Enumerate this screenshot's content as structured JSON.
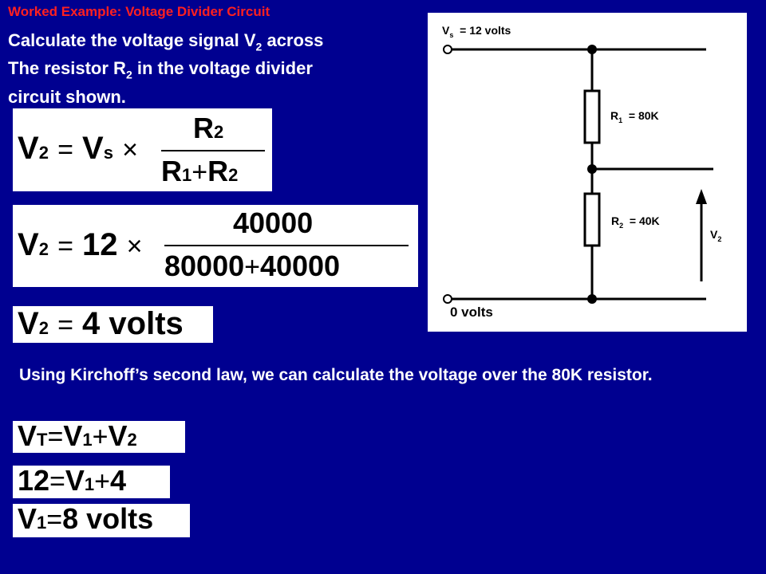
{
  "header": {
    "title": "Worked Example: Voltage Divider Circuit"
  },
  "question": {
    "line1_pre": "Calculate the voltage signal V",
    "line1_sub": "2",
    "line1_post": " across",
    "line2_pre": "The resistor R",
    "line2_sub": "2",
    "line2_post": " in the voltage divider",
    "line3": "circuit shown."
  },
  "formula": {
    "lhs": "V",
    "lhs_sub": "2",
    "eq": "=",
    "vs": "V",
    "vs_sub": "s",
    "times": "×",
    "num": "R",
    "num_sub": "2",
    "den_r1": "R",
    "den_r1_sub": "1",
    "plus": "+",
    "den_r2": "R",
    "den_r2_sub": "2"
  },
  "substitution": {
    "lhs": "V",
    "lhs_sub": "2",
    "eq": "=",
    "value": "12",
    "times": "×",
    "num": "40000",
    "den_a": "80000",
    "plus": "+",
    "den_b": "40000"
  },
  "result": {
    "lhs": "V",
    "lhs_sub": "2",
    "eq": "=",
    "value": "4 volts"
  },
  "paragraph": "Using Kirchoff’s second law, we can calculate the voltage over the 80K resistor.",
  "kirchhoff": [
    {
      "a": "V",
      "a_sub": "T",
      "eq": "=",
      "b": "V",
      "b_sub": "1",
      "plus": "+",
      "c": "V",
      "c_sub": "2"
    },
    {
      "a": "12",
      "eq": "=",
      "b": "V",
      "b_sub": "1",
      "plus": "+",
      "c": "4"
    },
    {
      "a": "V",
      "a_sub": "1",
      "eq": "=",
      "value": "8 volts"
    }
  ],
  "circuit": {
    "vs_label": "V",
    "vs_sub": "s",
    "vs_value": "= 12 volts",
    "r1_label": "R",
    "r1_sub": "1",
    "r1_value": "= 80K",
    "r2_label": "R",
    "r2_sub": "2",
    "r2_value": "= 40K",
    "v2_label": "V",
    "v2_sub": "2",
    "ground_label": "0 volts"
  },
  "colors": {
    "background": "#000090",
    "title": "#ff2020",
    "text": "#ffffff",
    "panel": "#ffffff"
  }
}
